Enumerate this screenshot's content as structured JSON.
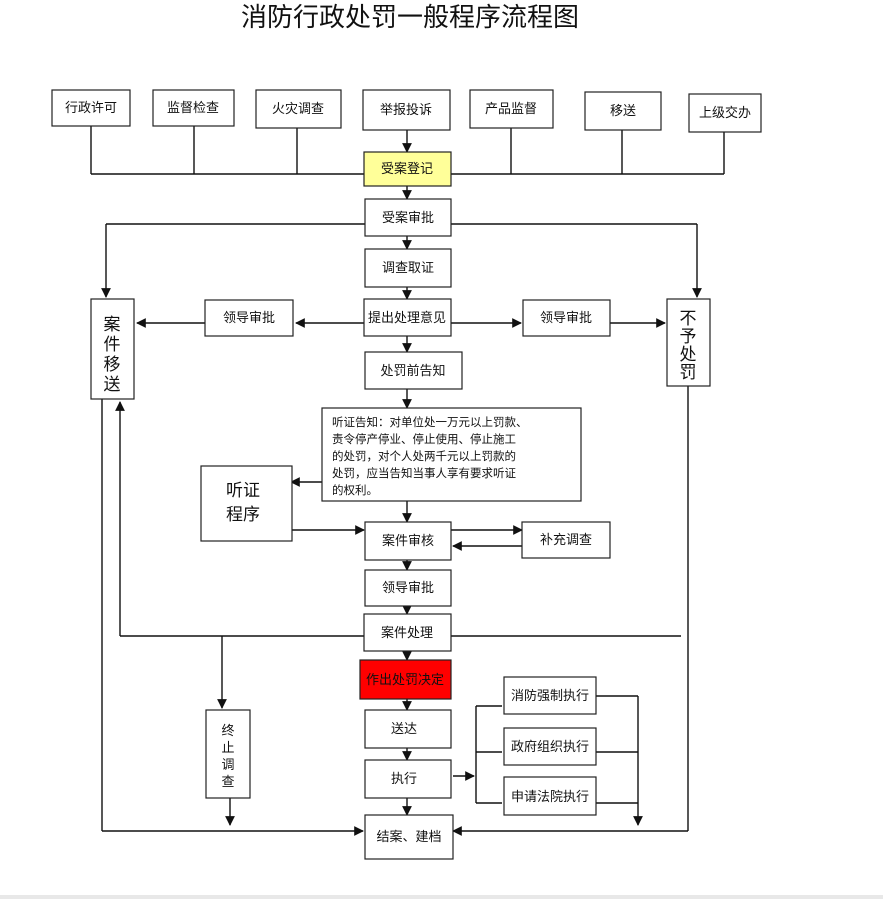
{
  "title": "消防行政处罚一般程序流程图",
  "nodes": {
    "xingzheng_xuke": "行政许可",
    "jiandu_jiancha": "监督检查",
    "huozai_diaocha": "火灾调查",
    "jubao_tousu": "举报投诉",
    "chanpin_jiandu": "产品监督",
    "yisong": "移送",
    "shangji_jiaoban": "上级交办",
    "shouan_dengji": "受案登记",
    "shouan_shenpi": "受案审批",
    "diaocha_quzheng": "调查取证",
    "tichu_yijian": "提出处理意见",
    "lingdao_shenpi_left": "领导审批",
    "lingdao_shenpi_right": "领导审批",
    "anjian_yisong": [
      "案",
      "件",
      "移",
      "送"
    ],
    "buyu_chufa": [
      "不",
      "予",
      "处",
      "罚"
    ],
    "chufa_qian_gaozhi": "处罚前告知",
    "tingzheng_gaozhi": [
      "听证告知：对单位处一万元以上罚款、",
      "责令停产停业、停止使用、停止施工",
      "的处罚，对个人处两千元以上罚款的",
      "处罚，应当告知当事人享有要求听证",
      "的权利。"
    ],
    "tingzheng_chengxu": [
      "听证",
      "程序"
    ],
    "anjian_shenhe": "案件审核",
    "buchong_diaocha": "补充调查",
    "lingdao_shenpi_mid": "领导审批",
    "anjian_chuli": "案件处理",
    "zuochu_jueding": "作出处罚决定",
    "zhongzhi_diaocha": [
      "终",
      "止",
      "调",
      "查"
    ],
    "songda": "送达",
    "zhixing": "执行",
    "xiaofang_qiangzhi": "消防强制执行",
    "zhengfu_zuzhi": "政府组织执行",
    "shenqing_fayuan": "申请法院执行",
    "jiean_jiandang": "结案、建档"
  },
  "colors": {
    "highlight_yellow": "#ffff99",
    "highlight_red": "#ff0000"
  }
}
